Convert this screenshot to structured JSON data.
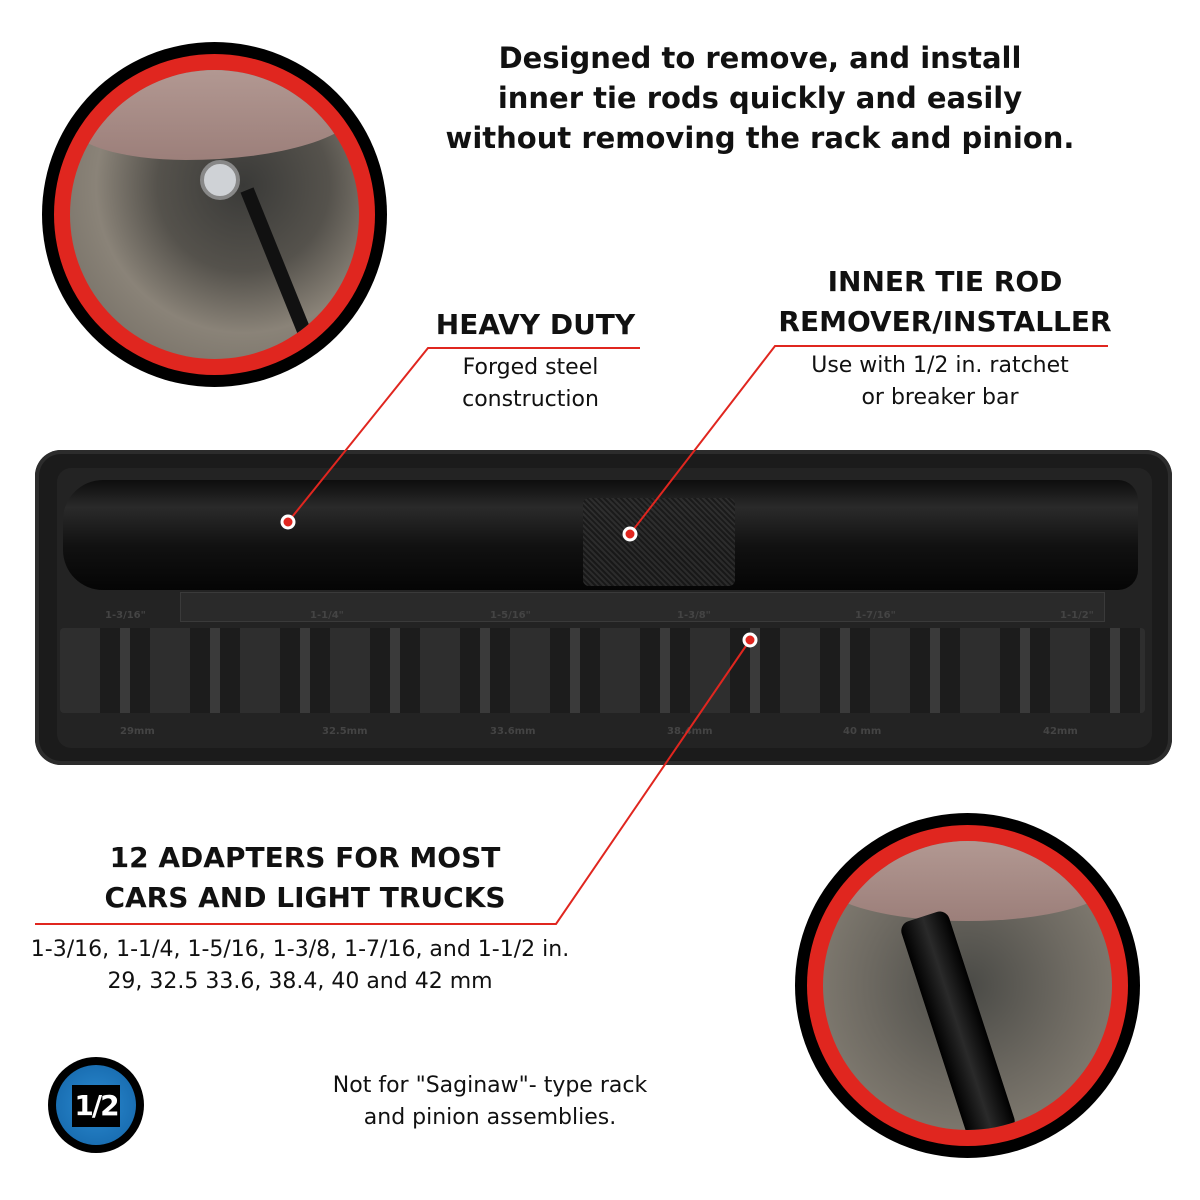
{
  "headline": [
    "Designed to remove, and install",
    "inner tie rods quickly and easily",
    "without removing the rack and pinion."
  ],
  "heavy_duty": {
    "title": "HEAVY DUTY",
    "desc": [
      "Forged steel",
      "construction"
    ]
  },
  "inner_tie_rod": {
    "title": [
      "INNER TIE ROD",
      "REMOVER/INSTALLER"
    ],
    "desc": [
      "Use with 1/2 in. ratchet",
      "or breaker bar"
    ]
  },
  "adapters": {
    "title": [
      "12 ADAPTERS FOR MOST",
      "CARS AND LIGHT TRUCKS"
    ],
    "sizes": [
      "1-3/16, 1-1/4, 1-5/16, 1-3/8, 1-7/16, and 1-1/2 in.",
      "29, 32.5 33.6, 38.4, 40 and 42 mm"
    ]
  },
  "case_labels": {
    "inch": [
      "1-3/16\"",
      "1-1/4\"",
      "1-5/16\"",
      "1-3/8\"",
      "1-7/16\"",
      "1-1/2\""
    ],
    "mm": [
      "29mm",
      "32.5mm",
      "33.6mm",
      "38.4mm",
      "40 mm",
      "42mm"
    ]
  },
  "note": [
    "Not for \"Saginaw\"- type rack",
    "and pinion assemblies."
  ],
  "drive_badge": "1/2",
  "colors": {
    "accent": "#e0261f",
    "badge": "#1a6fb3"
  }
}
